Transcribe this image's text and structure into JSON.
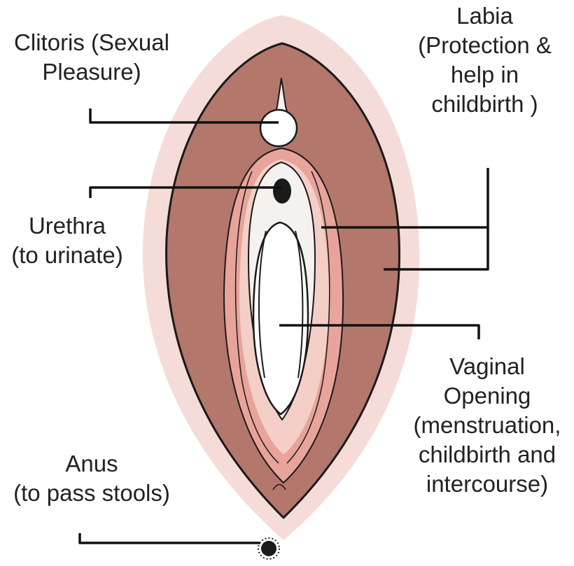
{
  "labels": {
    "clitoris": [
      "Clitoris (Sexual",
      "Pleasure)"
    ],
    "labia": [
      "Labia",
      "(Protection &",
      "help in",
      "childbirth )"
    ],
    "urethra": [
      "Urethra",
      "(to urinate)"
    ],
    "vaginal_opening": [
      "Vaginal",
      "Opening",
      "(menstruation,",
      "childbirth and",
      "intercourse)"
    ],
    "anus": [
      "Anus",
      "(to pass stools)"
    ]
  },
  "colors": {
    "outer_halo": "#f5dcd8",
    "outer_labia": "#b3776c",
    "inner_labia": "#e8a49a",
    "inner_glow": "#f3cfc7",
    "vestibule": "#f4f1ee",
    "opening": "#ffffff",
    "outline": "#1a1a1a",
    "leader_line": "#111111"
  }
}
